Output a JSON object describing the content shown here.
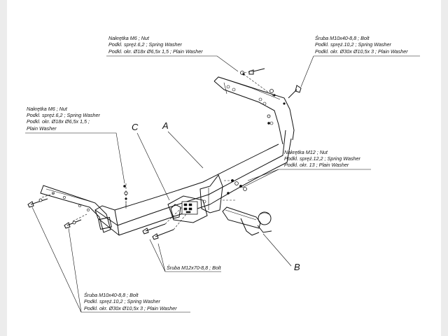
{
  "diagram": {
    "part_letters": {
      "a": "A",
      "b": "B",
      "c": "C"
    },
    "labels": {
      "nut_top": [
        "Nakrętka  M6 ; Nut",
        "Podkl. spręż.6,2 ; Spring Washer",
        "Podkl. okr.  Ø18x Ø6,5x 1,5 ; Plain Washer"
      ],
      "bolt_top": [
        "Śruba M10x40-8,8 ;  Bolt",
        "Podkl. spręż.10,2 ; Spring Washer",
        "Podkl. okr.  Ø30x Ø10,5x 3 ; Plain Washer"
      ],
      "nut_left": [
        "Nakrętka  M6 ; Nut",
        "Podkl. spręż.6,2 ; Spring Washer",
        "Podkl. okr.  Ø18x Ø6,5x 1,5 ;",
        "Plain Washer"
      ],
      "nut_right": [
        "Nakrętka  M12 ; Nut",
        "Podkl. spręż.12,2 ; Spring Washer",
        "Podkl. okr. 13 ; Plain Washer"
      ],
      "bolt_mid": "Śruba M12x70-8,8 ;  Bolt",
      "bolt_bottom": [
        "Śruba M10x40-8,8 ;  Bolt",
        "Podkl. spręż.10,2 ; Spring Washer",
        "Podkl. okr.  Ø30x Ø10,5x 3 ; Plain Washer"
      ]
    }
  }
}
